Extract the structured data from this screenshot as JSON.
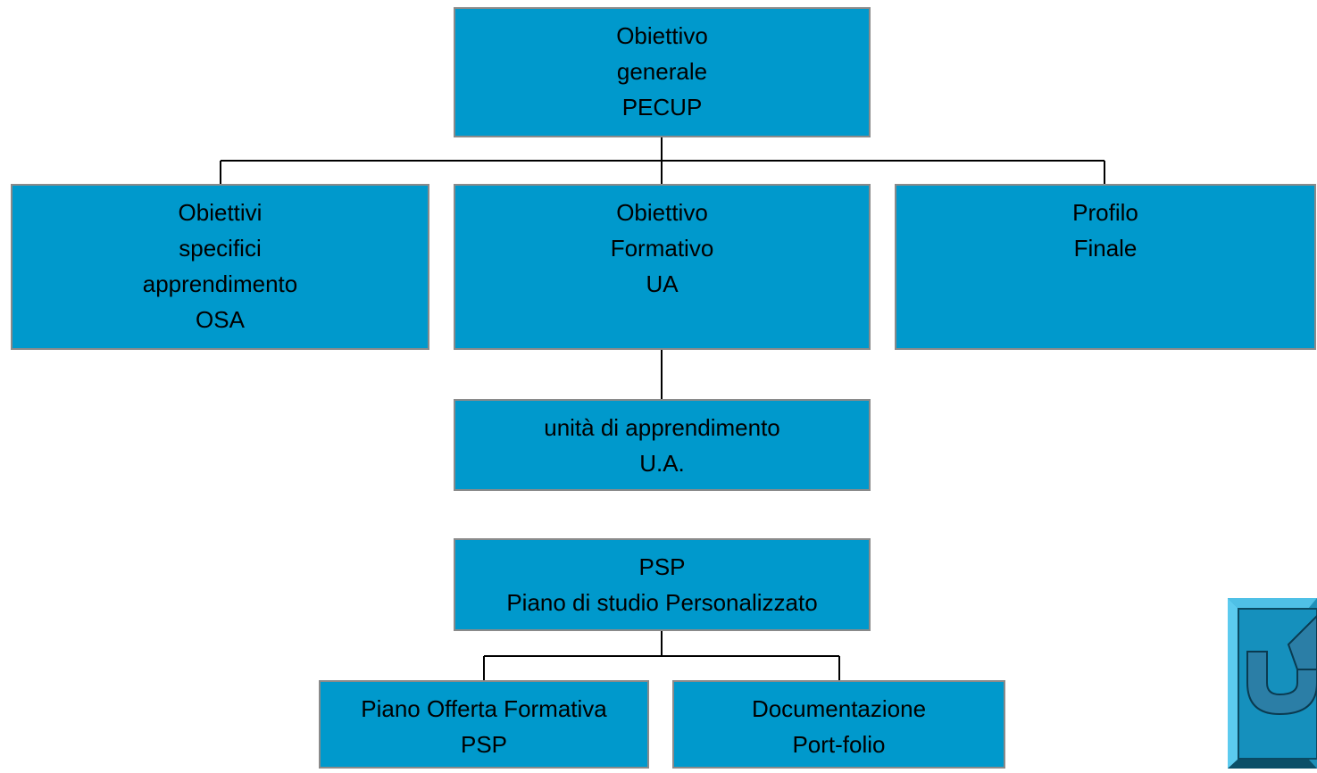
{
  "colors": {
    "box_fill": "#0099cc",
    "box_border": "#8a8a8a",
    "connector": "#000000"
  },
  "top": {
    "lines": [
      "Obiettivo",
      "generale",
      "PECUP"
    ]
  },
  "osa": {
    "lines": [
      "Obiettivi",
      "specifici",
      "apprendimento",
      "OSA"
    ]
  },
  "formativo": {
    "lines": [
      "Obiettivo",
      "Formativo",
      "UA"
    ]
  },
  "profilo": {
    "lines": [
      "Profilo",
      "Finale"
    ]
  },
  "ua": {
    "lines": [
      "unità di apprendimento",
      "U.A."
    ]
  },
  "psp": {
    "lines": [
      "PSP",
      "Piano di studio Personalizzato"
    ]
  },
  "pof": {
    "lines": [
      "Piano Offerta Formativa",
      "PSP"
    ]
  },
  "doc": {
    "lines": [
      "Documentazione",
      "Port-folio"
    ]
  },
  "nav": {
    "icon": "return-arrow-icon"
  }
}
